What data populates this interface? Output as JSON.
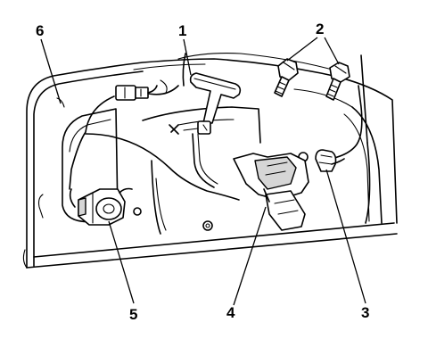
{
  "callouts": {
    "c1": "1",
    "c2": "2",
    "c3": "3",
    "c4": "4",
    "c5": "5",
    "c6": "6"
  },
  "colors": {
    "ink": "#000000",
    "paper": "#ffffff",
    "shade": "#d6d6d6"
  }
}
